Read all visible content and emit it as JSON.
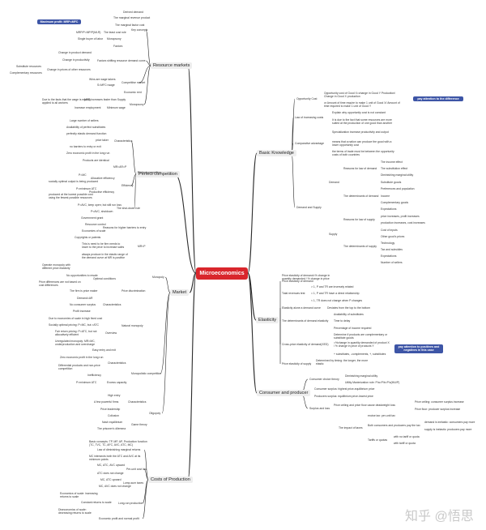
{
  "colors": {
    "root": "#d9262c",
    "note": "#3d55a6",
    "line": "#2b2b2b",
    "branch_bg": "#eeeeee"
  },
  "root": "Microeconomics",
  "branches": {
    "resource_markets": "Resource markets",
    "perfect_competition": "Perfect competition",
    "market": "Market",
    "costs_of_production": "Costs of Production",
    "basic_knowledge": "Basic Knowledge",
    "elasticity": "Elasticity",
    "consumer_and_producer": "Consumer and producer"
  },
  "notes": {
    "max_profit": "Maximum profit: MRP=MFC",
    "difference": "pay attention to the difference",
    "positives": "pay attention to positives and negatives in this case"
  },
  "left": {
    "resource": [
      "Derived demand",
      "The marginal revenue product",
      "The marginal factor cost",
      "MRP/P=MP/P(MLR)",
      "The least cost rule",
      "Single buyer of labor",
      "Monopsony",
      "Factors",
      "Key concepts",
      "Change in product demand",
      "Change in productivity",
      "Substitute resources",
      "Complementary resources",
      "Change in prices of other resources",
      "Factors shifting resource demand curve",
      "Wins are wage takers",
      "S=MFC=wage",
      "Competitive market",
      "Economic rent",
      "Due to the facts that the wage is equally applied to all workers",
      "MFC increases faster than Supply",
      "Increase employment",
      "Minimum wage",
      "Monopsony"
    ],
    "perfect": [
      "Large number of sellers",
      "Availability of perfect substitutes",
      "perfectly elastic demand function",
      "price taker",
      "no barriers to entry or exit",
      "Zero economic profit in the long run",
      "Products are identical",
      "Characteristics",
      "MR=AR=P",
      "P=MC",
      "Allocative efficiency",
      "socially optimal output is being produced",
      "P=minimum ATC",
      "Productive efficiency",
      "produced at the lowest possible cost using the fewest possible resources",
      "Efficiency",
      "P=AVC, keep open; but still run loss",
      "P<AVC, shutdown",
      "The shut-down rule",
      "Perfect competition"
    ],
    "monopoly": [
      "Government grant",
      "Resource control",
      "Economies of scale",
      "Copyrights or patents",
      "Reasons for higher barriers to entry",
      "This is need to be firm needs to lower to the price to increase sales",
      "always produce in the elastic range of the demand curve at MR is positive",
      "MR<P",
      "Operate monopoly with different price elasticity",
      "No opportunities to resale",
      "Price differences are not based on cost differences",
      "Optimal conditions",
      "The firm is price maker",
      "Price discrimination",
      "Demand=AR",
      "No consumer surplus",
      "Characteristics",
      "Profit increase",
      "Monopoly",
      "Due to economies of scale in high fixed cost",
      "Socially optimal pricing: P=MC, but >ATC",
      "Fair return pricing: P=ATC, but not allocatively efficient",
      "Unregulated monopoly: MR=MC, underproduction and overcharge",
      "Natural monopoly",
      "Overview"
    ],
    "monopolistic": [
      "Easy entry and exit",
      "Zero economic profit in the long run",
      "Differential products and non-price competition",
      "Characteristics",
      "Inefficiency",
      "P>minimum ATC",
      "Excess capacity",
      "Monopolistic competition"
    ],
    "oligopoly": [
      "High entry",
      "A few powerful firms",
      "Price leadership",
      "Collusion",
      "Characteristics",
      "Nash equilibrium",
      "The prisoner's dilemma",
      "Game theory",
      "Oligopoly"
    ],
    "costs": [
      "Basic concepts: TP, MP, AP, Production function (TC, TVC, TC, AFC, AVC, ATC, MC)",
      "Law of diminishing marginal returns",
      "MC intersects both the ATC and AVC at its minimum points",
      "MC, ATC, AVC upward",
      "Per-unit cost law",
      "ATC does not change",
      "MC, ATC upward",
      "Lump-sum taxes",
      "MC, AVC does not change",
      "Economics of scale: increasing returns to scale",
      "Constant returns to scale",
      "Diseconomics of scale: decreasing returns to scale",
      "Long-run production",
      "Economic profit and normal profit"
    ]
  },
  "right": {
    "basic": [
      "Opportunity cost of Good X=change in Good Y Production/ Change in Good X production",
      "or Amount of time require to make 1 unit of Good X/ Amount of time required to make 1 unit of Good Y",
      "Opportunity Cost",
      "Explain why opportunity cost is not constant",
      "It is due to the fact that some resources are more suited at the production of one good than another",
      "Law of increasing costs",
      "Specialization increase productivity and output",
      "means that a nation can produce the good with a lower opportunity cost",
      "the terms of trade must be between the opportunity costs of both countries",
      "Comparative advantage"
    ],
    "demand": [
      "The income effect",
      "The substitution effect",
      "Diminishing marginal utility",
      "Reasons for law of demand",
      "Substitute goods",
      "Preferences and population",
      "Complementary goods",
      "Expectations",
      "The determinants of demand",
      "Demand",
      "price increases, profit increases",
      "production increases, cost increases",
      "Reasons for law of supply",
      "Cost of inputs",
      "Other good's prices",
      "Technology",
      "Tax and subsidies",
      "Expectations",
      "Number of sellers",
      "The determinants of supply",
      "Supply",
      "Demand and Supply",
      "Income"
    ],
    "elasticity": [
      "Price elasticity of demand=% change in quantity demanded / % change in price",
      "> 1, P and TR are inversely related",
      "= 1, P and TR have a direct relationship",
      "< 1, TR does not change when P changes",
      "Total revenues test",
      "Price elasticity of demand",
      "Deviates from the top to the bottom",
      "Elasticity alone a demand curve",
      "Availability of substitutes",
      "Time to delay",
      "Percentage of income required",
      "The determinants of demand elasticity",
      "Determine if products are complementary or substitute goods",
      "=%change in quantity demanded of product X / % change in price of products Y",
      "+ substitutes, -complements, +, substitutes",
      "Cross-price elasticity of demand(XED)",
      "Determined by timing: the longer, the more elastic",
      "Price elasticity of supply"
    ],
    "consumer": [
      "Diminishing marginal utility",
      "Utility Maximization rule: P/a=P/b=P/c(MU/P)",
      "Consumer choice theory",
      "Consumer surplus: highest price-equilibrium price",
      "Producers surplus: equilibrium price-lowest price",
      "Price ceiling: consumer surplus increase",
      "Price floor: producer surplus increase",
      "Price ceiling and price floor cause deadweight loss",
      "excise tax: per-unit tax",
      "Both consumers and producers pay the tax",
      "demand is inelastic: consumers pay more",
      "supply is inelastic: producers pay more",
      "with no tariff or quota",
      "with tariff or quota",
      "Tariffs or quotas",
      "The impact of taxes",
      "Surplus and loss"
    ]
  },
  "watermark": "知乎 @悟思"
}
